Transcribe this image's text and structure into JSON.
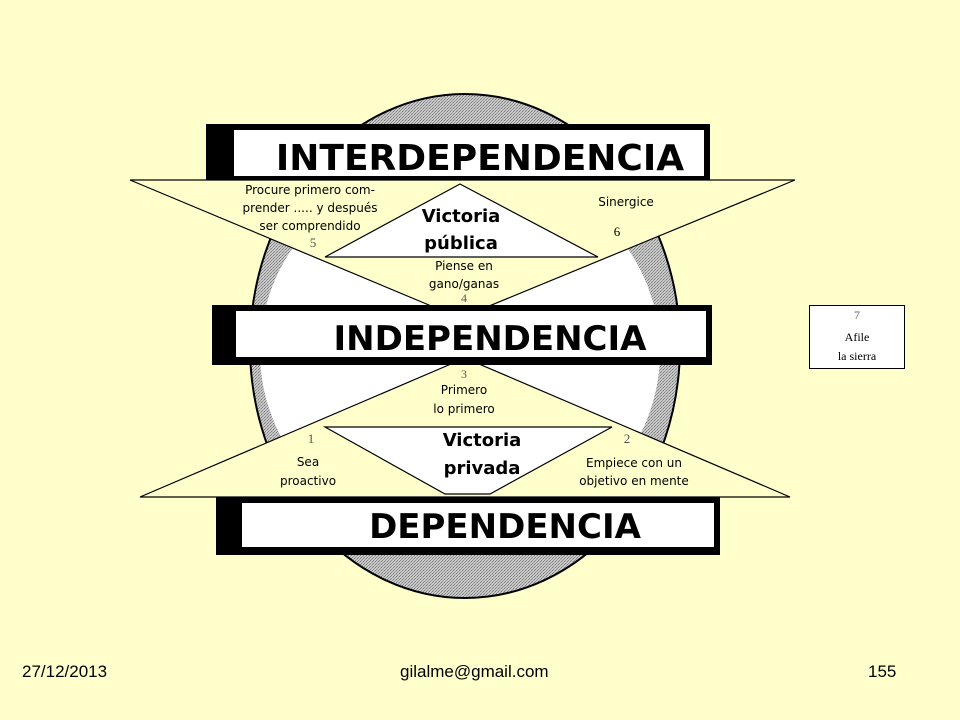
{
  "banners": {
    "interdependencia": "INTERDEPENDENCIA",
    "independencia": "INDEPENDENCIA",
    "dependencia": "DEPENDENCIA"
  },
  "victories": {
    "publica": [
      "Victoria",
      "pública"
    ],
    "privada": [
      "Victoria",
      "privada"
    ]
  },
  "habits": {
    "h1": {
      "number": "1",
      "lines": [
        "Sea",
        "proactivo"
      ]
    },
    "h2": {
      "number": "2",
      "lines": [
        "Empiece con un",
        "objetivo en mente"
      ]
    },
    "h3": {
      "number": "3",
      "lines": [
        "Primero",
        "lo primero"
      ]
    },
    "h4": {
      "number": "4",
      "lines": [
        "Piense en",
        "gano/ganas"
      ]
    },
    "h5": {
      "number": "5",
      "lines": [
        "Procure primero com-",
        "prender ..... y después",
        "ser comprendido"
      ]
    },
    "h6": {
      "number": "6",
      "lines": [
        "Sinergice"
      ]
    },
    "h7": {
      "number": "7",
      "lines": [
        "Afile",
        "la sierra"
      ]
    }
  },
  "footer": {
    "date": "27/12/2013",
    "email": "gilalme@gmail.com",
    "page": "155"
  },
  "colors": {
    "background": "#FFFFCC",
    "circle": "#B8B8B8",
    "banner_shadow": "#000000",
    "banner_fill": "#FFFFFF",
    "triangle_fill": "#FFFFCC"
  }
}
